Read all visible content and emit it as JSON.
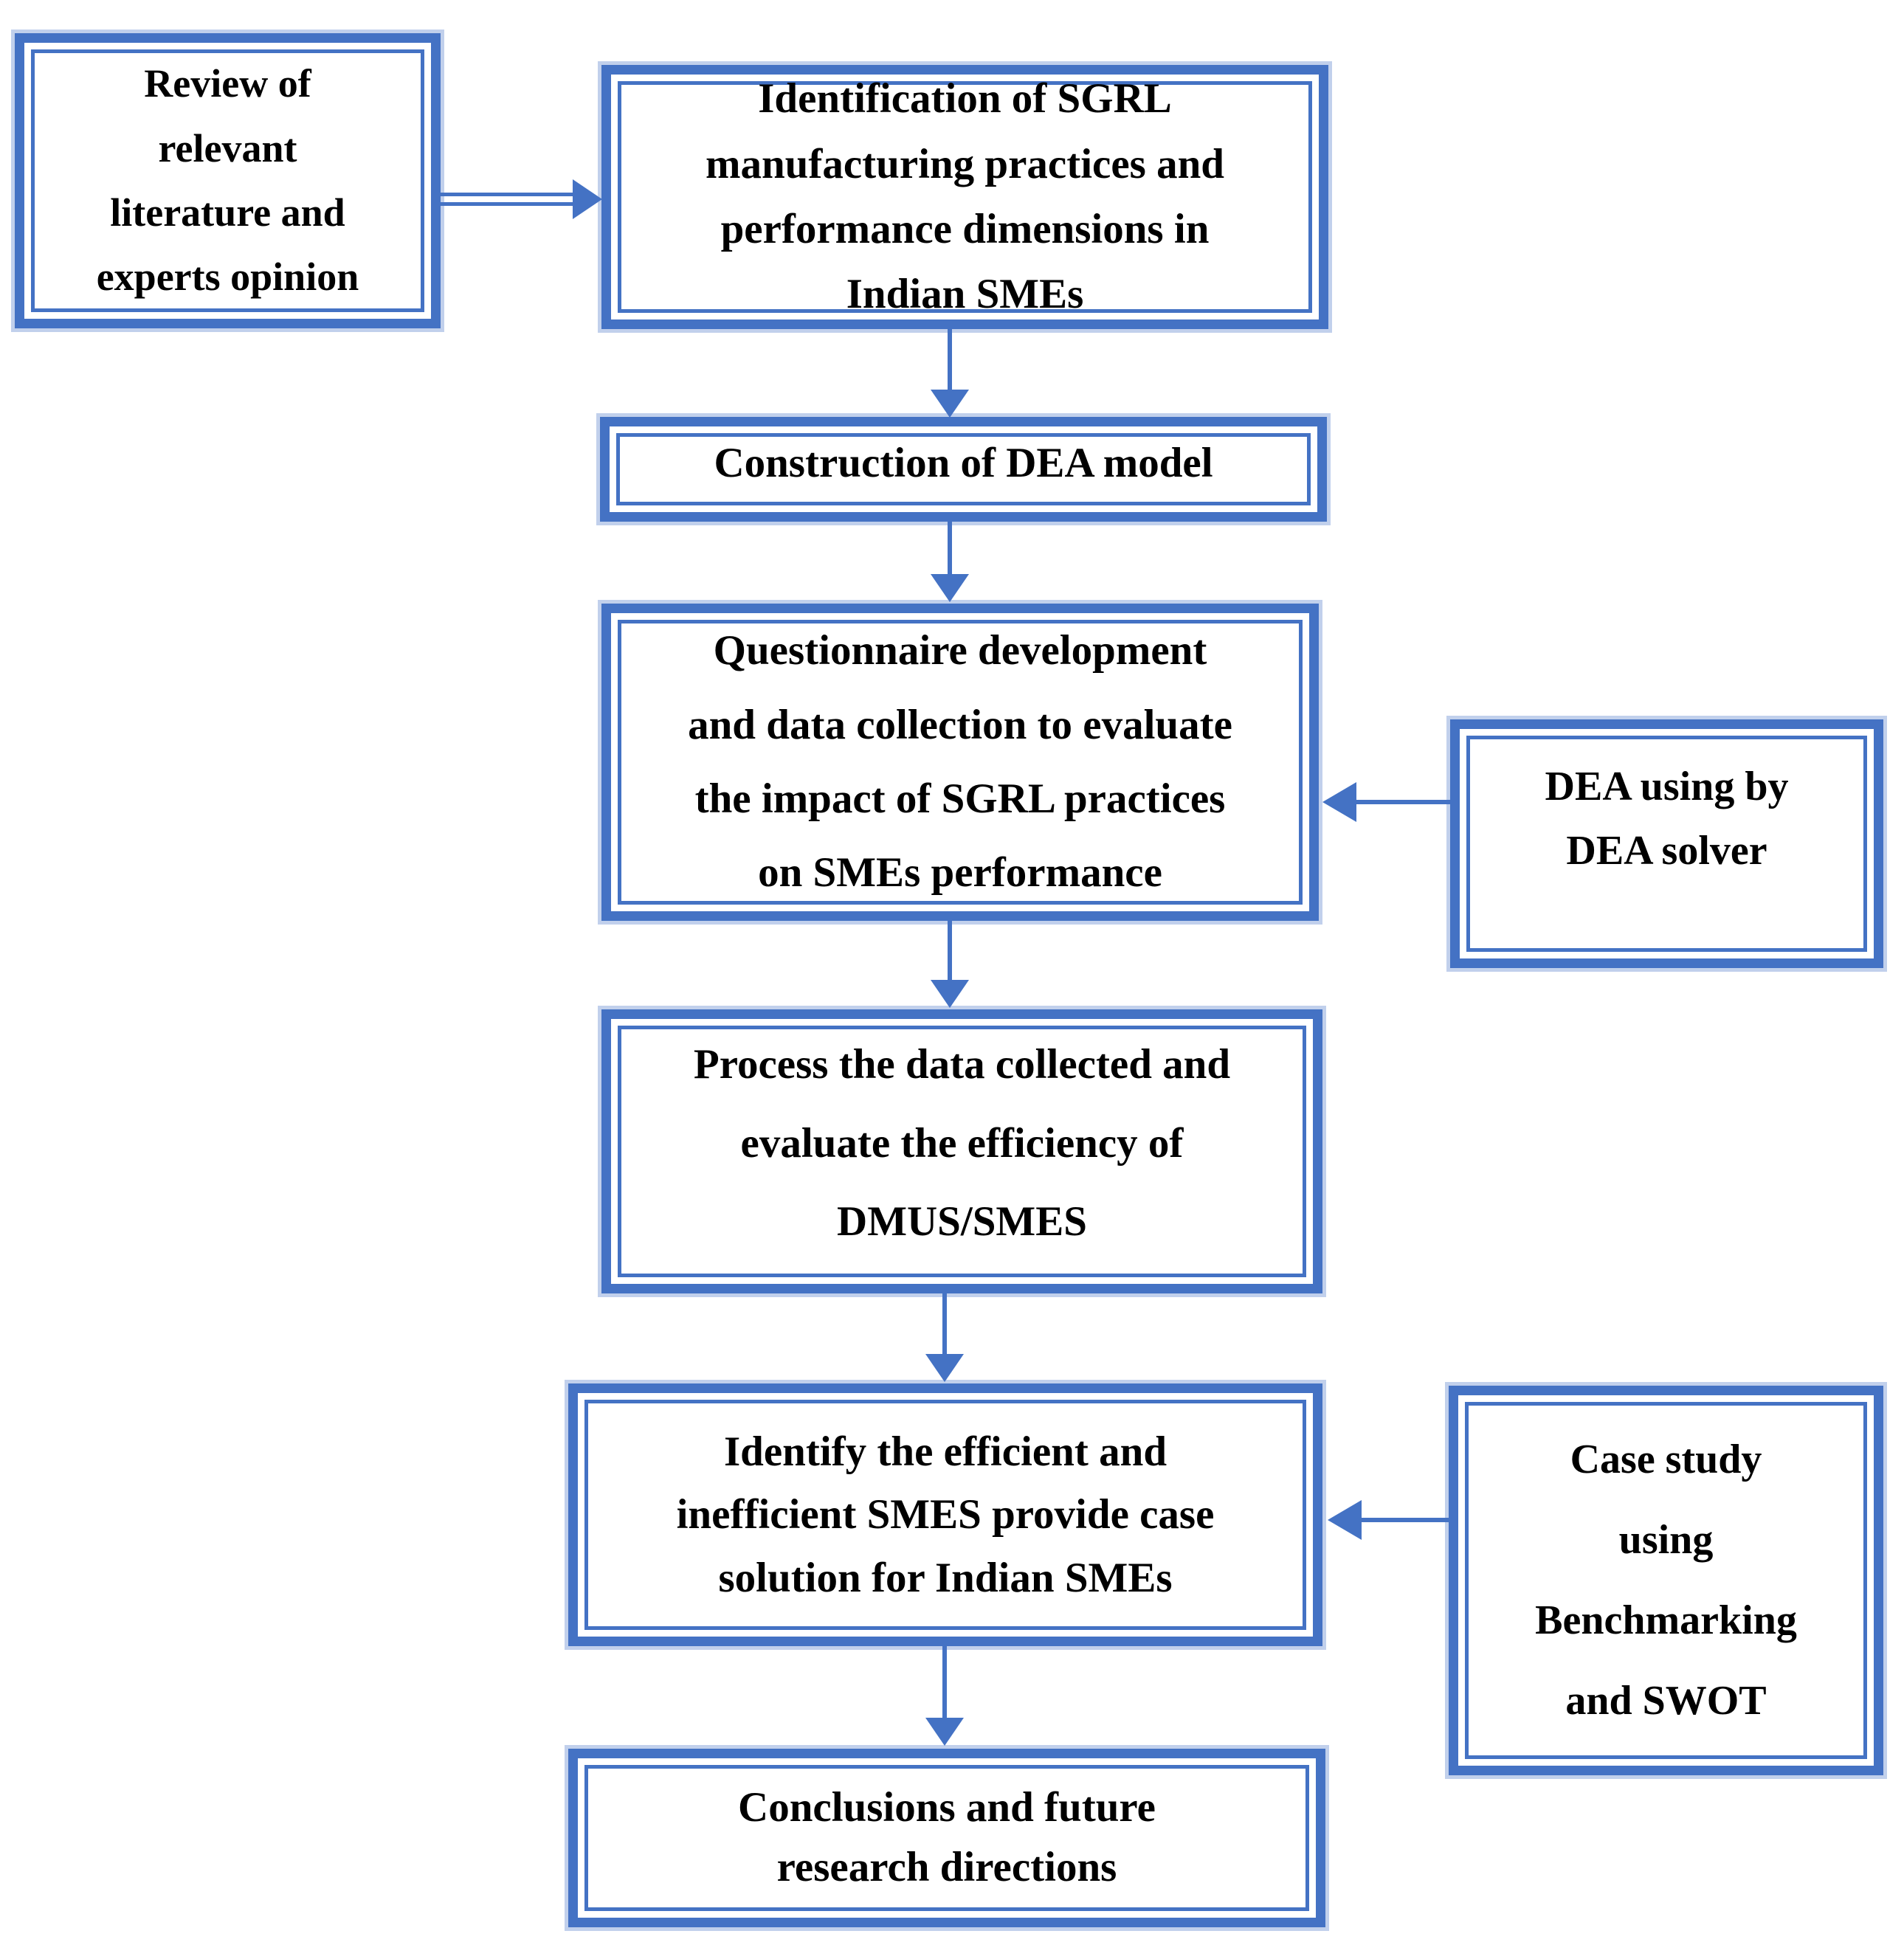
{
  "colors": {
    "border": "#4472C4",
    "halo": "#8EA9DC",
    "text": "#000000",
    "bg": "#FFFFFF"
  },
  "boxes": {
    "review": {
      "lines": [
        "Review of",
        "relevant",
        "literature and",
        "experts opinion"
      ]
    },
    "identification": {
      "lines": [
        "Identification of SGRL",
        "manufacturing practices and",
        "performance dimensions in",
        "Indian SMEs"
      ]
    },
    "construction": {
      "lines": [
        "Construction of DEA model"
      ]
    },
    "questionnaire": {
      "lines": [
        "Questionnaire development",
        "and data collection to evaluate",
        "the impact of SGRL practices",
        "on SMEs performance"
      ]
    },
    "dea_solver": {
      "lines": [
        "DEA using by",
        "DEA solver"
      ]
    },
    "process": {
      "lines": [
        "Process the data collected and",
        "evaluate the efficiency of",
        "DMUS/SMES"
      ]
    },
    "identify": {
      "lines": [
        "Identify the efficient and",
        "inefficient SMES provide case",
        "solution for Indian SMEs"
      ]
    },
    "case_study": {
      "lines": [
        "Case study",
        "using",
        "Benchmarking",
        "and SWOT"
      ]
    },
    "conclusions": {
      "lines": [
        "Conclusions and future",
        "research directions"
      ]
    }
  }
}
